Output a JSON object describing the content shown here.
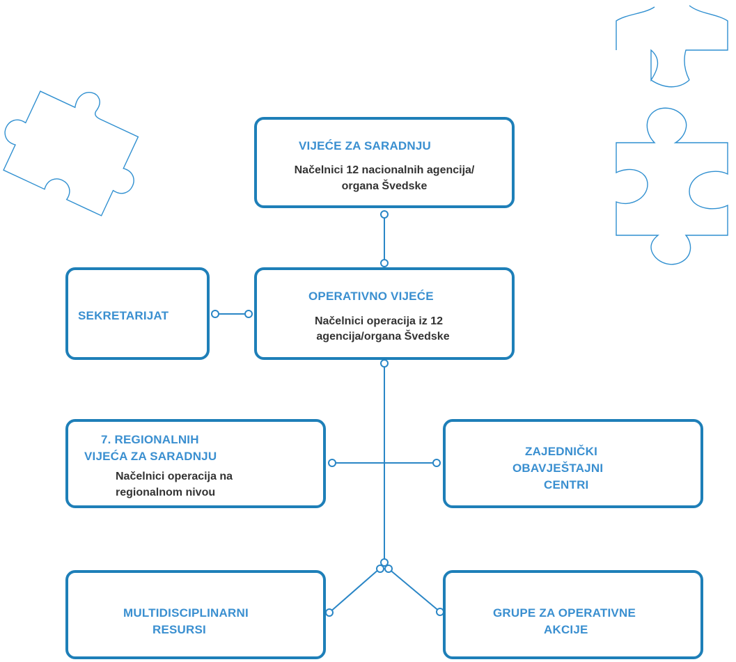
{
  "diagram": {
    "boxes": {
      "council": {
        "title": "VIJEĆE ZA SARADNJU",
        "line1": "Načelnici 12 nacionalnih agencija/",
        "line2": "organa Švedske"
      },
      "operative": {
        "title": "OPERATIVNO VIJEĆE",
        "line1": "Načelnici operacija iz 12",
        "line2": "agencija/organa Švedske"
      },
      "secretariat": {
        "title": "SEKRETARIJAT"
      },
      "regional": {
        "title_line1": "7. REGIONALNIH",
        "title_line2": "VIJEĆA ZA SARADNJU",
        "line1": "Načelnici operacija na",
        "line2": "regionalnom nivou"
      },
      "intel": {
        "line1": "ZAJEDNIČKI",
        "line2": "OBAVJEŠTAJNI",
        "line3": "CENTRI"
      },
      "resources": {
        "line1": "MULTIDISCIPLINARNI",
        "line2": "RESURSI"
      },
      "action_groups": {
        "line1": "GRUPE ZA OPERATIVNE",
        "line2": "AKCIJE"
      }
    },
    "colors": {
      "box_border": "#1e7fb8",
      "title_text": "#3a8fd0",
      "body_text": "#333333",
      "connector": "#2a86c6",
      "puzzle_outline": "#2f8fd0"
    },
    "decorations": [
      "puzzle-piece-icon",
      "puzzle-piece-icon",
      "puzzle-piece-icon"
    ]
  }
}
